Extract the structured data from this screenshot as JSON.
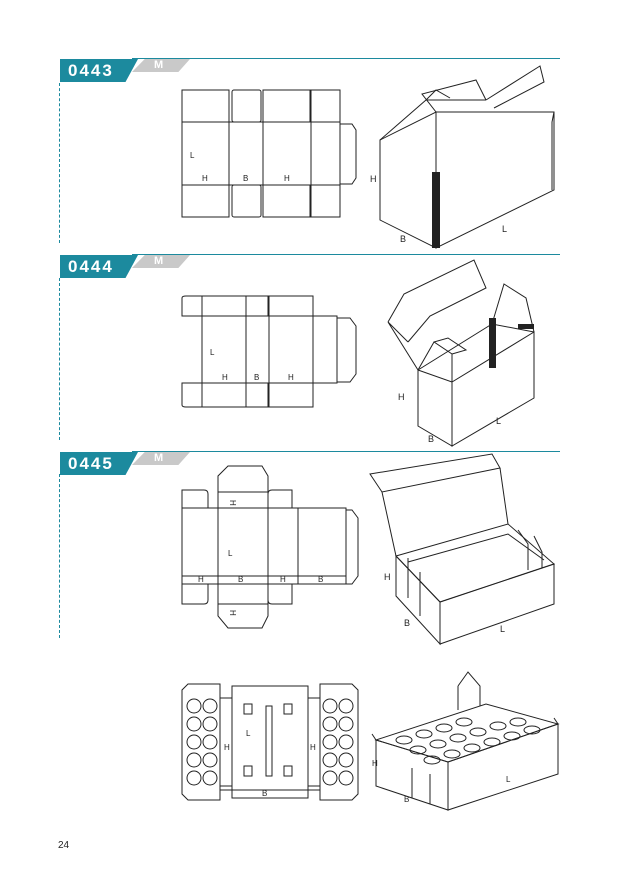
{
  "sections": [
    {
      "code": "0443",
      "grade": "M",
      "labels": {
        "h": "H",
        "b": "B",
        "l": "L"
      }
    },
    {
      "code": "0444",
      "grade": "M",
      "labels": {
        "h": "H",
        "b": "B",
        "l": "L"
      }
    },
    {
      "code": "0445",
      "grade": "M",
      "labels": {
        "h": "H",
        "b": "B",
        "l": "L"
      }
    }
  ],
  "tray": {
    "labels": {
      "h": "H",
      "b": "B",
      "l": "L"
    }
  },
  "page_number": "24",
  "colors": {
    "accent": "#1c8a9e",
    "grade_tab": "#c9c9c9",
    "line": "#222222",
    "tape": "#222222"
  }
}
